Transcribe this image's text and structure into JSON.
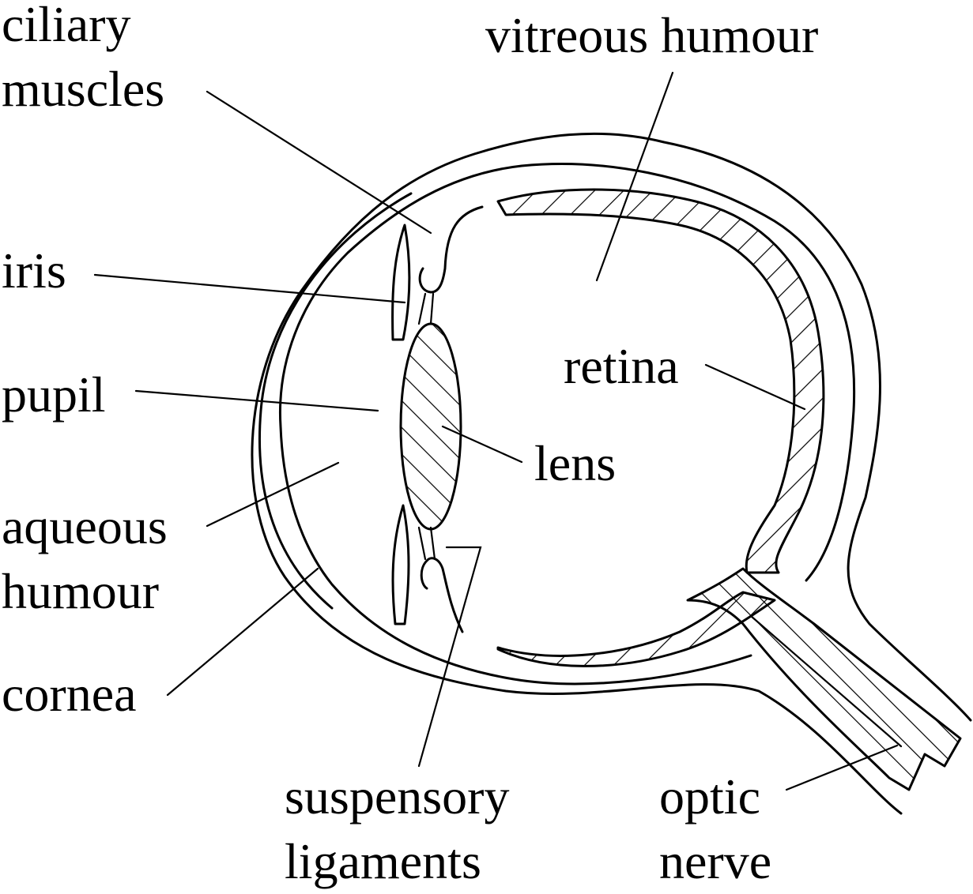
{
  "labels": {
    "ciliary_muscles": [
      "ciliary",
      "muscles"
    ],
    "vitreous_humour": "vitreous humour",
    "iris": "iris",
    "pupil": "pupil",
    "retina": "retina",
    "lens": "lens",
    "aqueous_humour": [
      "aqueous",
      "humour"
    ],
    "cornea": "cornea",
    "suspensory_ligaments": [
      "suspensory",
      "ligaments"
    ],
    "optic_nerve": [
      "optic",
      "nerve"
    ]
  }
}
